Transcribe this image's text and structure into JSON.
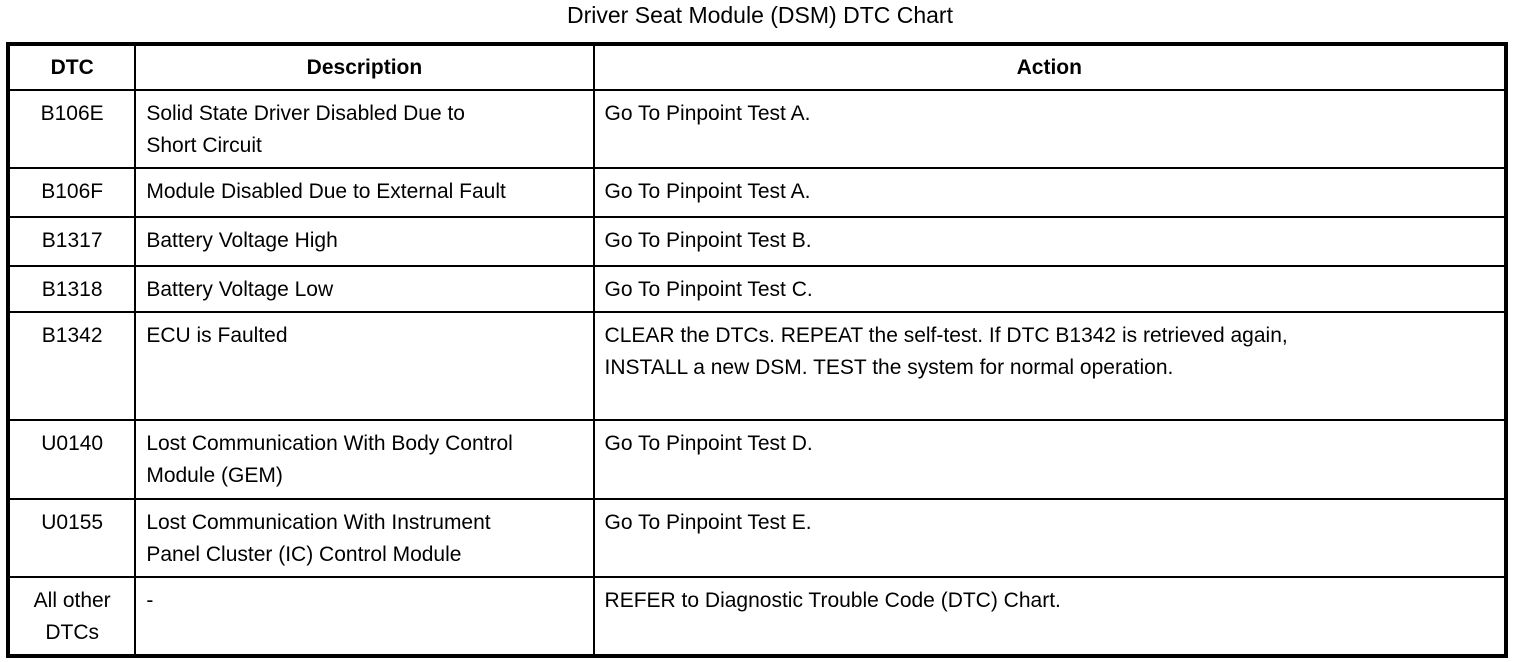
{
  "title": "Driver Seat Module (DSM) DTC Chart",
  "colors": {
    "border": "#000000",
    "text": "#000000",
    "background": "#ffffff"
  },
  "table": {
    "columns": [
      "DTC",
      "Description",
      "Action"
    ],
    "rows": [
      {
        "dtc": "B106E",
        "description": "Solid State Driver Disabled Due to\nShort Circuit",
        "action": "Go To Pinpoint Test A."
      },
      {
        "dtc": "B106F",
        "description": "Module Disabled Due to External Fault",
        "action": "Go To Pinpoint Test A."
      },
      {
        "dtc": "B1317",
        "description": "Battery Voltage High",
        "action": "Go To Pinpoint Test B."
      },
      {
        "dtc": "B1318",
        "description": "Battery Voltage Low",
        "action": "Go To Pinpoint Test C."
      },
      {
        "dtc": "B1342",
        "description": "ECU is Faulted",
        "action": "CLEAR the DTCs. REPEAT the self-test. If DTC B1342 is retrieved again,\nINSTALL a new DSM. TEST the system for normal operation."
      },
      {
        "dtc": "U0140",
        "description": "Lost Communication With Body Control\nModule (GEM)",
        "action": "Go To Pinpoint Test D."
      },
      {
        "dtc": "U0155",
        "description": "Lost Communication With Instrument\nPanel Cluster (IC) Control Module",
        "action": "Go To Pinpoint Test E."
      },
      {
        "dtc": "All other\nDTCs",
        "description": "-",
        "action": "REFER to Diagnostic Trouble Code (DTC) Chart."
      }
    ]
  }
}
